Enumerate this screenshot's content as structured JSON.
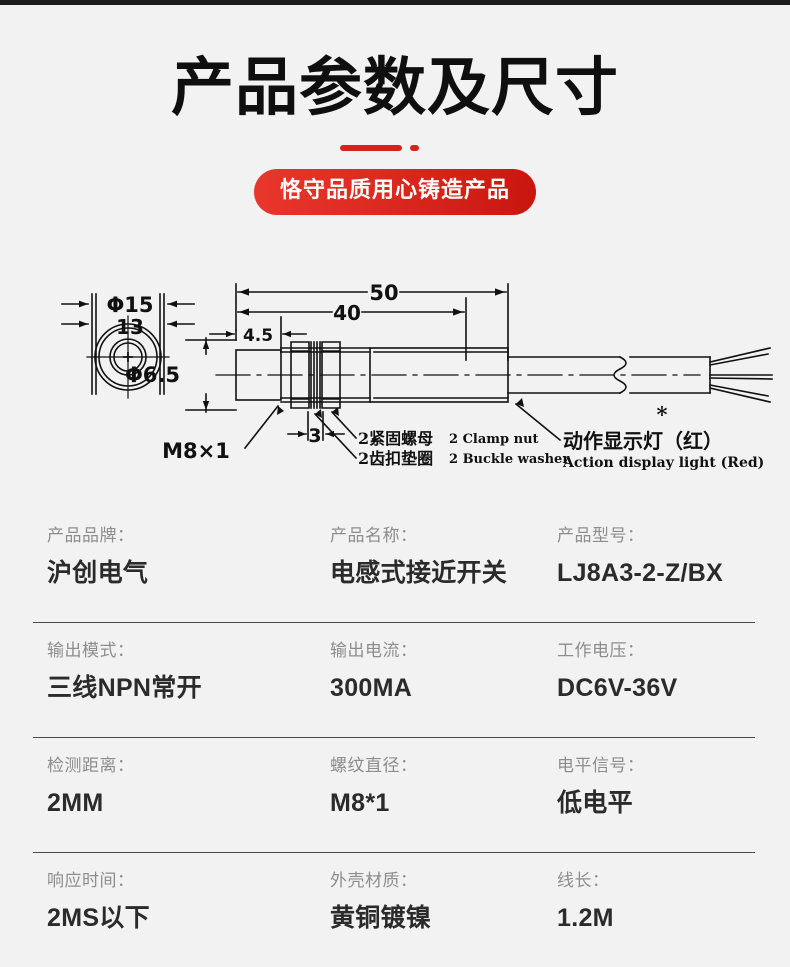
{
  "header": {
    "title": "产品参数及尺寸",
    "badge": "恪守品质用心铸造产品",
    "accent_color": "#d8231c",
    "divider_icon": "dash-dot-divider"
  },
  "diagram": {
    "name": "product-dimension-drawing",
    "dimensions": {
      "outer_diameter": "Φ15",
      "inner_diameter": "13",
      "body_diameter": "Φ6.5",
      "total_length": "50",
      "body_length": "40",
      "face_length": "4.5",
      "nut_span": "3",
      "thread": "M8×1"
    },
    "callouts": [
      {
        "cn": "2紧固螺母",
        "en": "2 Clamp nut"
      },
      {
        "cn": "2齿扣垫圈",
        "en": "2 Buckle washer"
      }
    ],
    "indicator": {
      "cn": "动作显示灯（红）",
      "en": "Action display light (Red)",
      "marker": "*"
    }
  },
  "specs": {
    "rows": [
      {
        "cells": [
          {
            "label": "产品品牌：",
            "value": "沪创电气"
          },
          {
            "label": "产品名称：",
            "value": "电感式接近开关"
          },
          {
            "label": "产品型号：",
            "value": "LJ8A3-2-Z/BX"
          }
        ]
      },
      {
        "cells": [
          {
            "label": "输出模式：",
            "value": "三线NPN常开"
          },
          {
            "label": "输出电流：",
            "value": "300MA"
          },
          {
            "label": "工作电压：",
            "value": "DC6V-36V"
          }
        ]
      },
      {
        "cells": [
          {
            "label": "检测距离：",
            "value": "2MM"
          },
          {
            "label": "螺纹直径：",
            "value": "M8*1"
          },
          {
            "label": "电平信号：",
            "value": "低电平"
          }
        ]
      },
      {
        "cells": [
          {
            "label": "响应时间：",
            "value": "2MS以下"
          },
          {
            "label": "外壳材质：",
            "value": "黄铜镀镍"
          },
          {
            "label": "线长：",
            "value": "1.2M"
          }
        ]
      }
    ]
  }
}
